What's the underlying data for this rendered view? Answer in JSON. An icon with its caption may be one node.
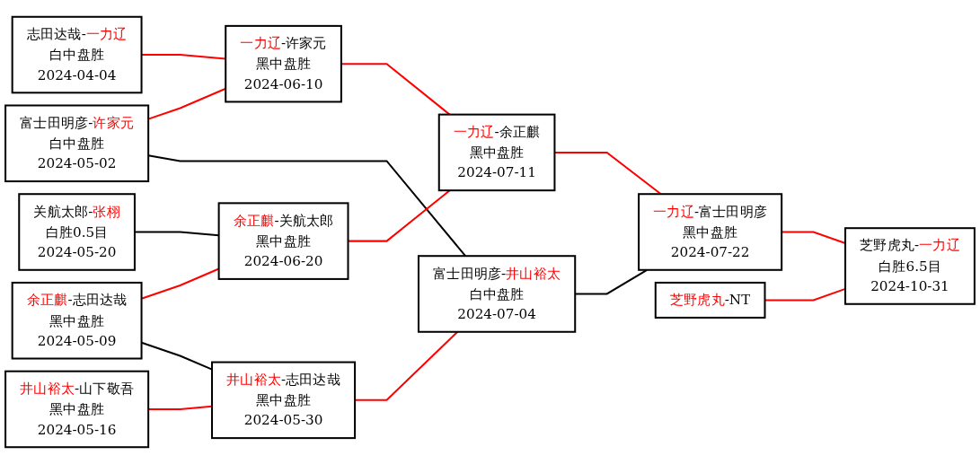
{
  "diagram": {
    "nodes": [
      {
        "text": [
          "志田达哉-一力辽",
          "白中盘胜",
          "2024-04-04"
        ]
      },
      {
        "text": [
          "富士田明彦-许家元",
          "白中盘胜",
          "2024-05-02"
        ]
      },
      {
        "text": [
          "余正麒-志田达哉",
          "黑中盘胜",
          "2024-05-09"
        ]
      },
      {
        "text": [
          "关航太郎-张栩",
          "白胜0.5目",
          "2024-05-20"
        ]
      },
      {
        "text": [
          "井山裕太-山下敬吾",
          "黑中盘胜",
          "2024-05-16"
        ]
      },
      {
        "text": [
          "一力辽-许家元",
          "黑中盘胜",
          "2024-06-10"
        ]
      },
      {
        "text": [
          "余正麒-关航太郎",
          "黑中盘胜",
          "2024-06-20"
        ]
      },
      {
        "text": [
          "井山裕太-志田达哉",
          "黑中盘胜",
          "2024-05-30"
        ]
      },
      {
        "text": [
          "一力辽-余正麒",
          "黑中盘胜",
          "2024-07-11"
        ]
      },
      {
        "text": [
          "富士田明彦-井山裕太",
          "白中盘胜",
          "2024-07-04"
        ]
      },
      {
        "text": [
          "一力辽-富士田明彦",
          "黑中盘胜",
          "2024-07-22"
        ]
      },
      {
        "text": [
          "芝野虎丸-NT"
        ]
      },
      {
        "text": [
          "芝野虎丸-一力辽",
          "白胜6.5目",
          "2024-10-31"
        ]
      }
    ],
    "edges": [
      {
        "from": 0,
        "to": 5,
        "arrow": "none"
      },
      {
        "from": 1,
        "to": 5,
        "arrow": "none"
      },
      {
        "from": 1,
        "to": 9,
        "arrow": "none",
        "color": "#000000"
      },
      {
        "from": 2,
        "to": 6,
        "arrow": "none"
      },
      {
        "from": 2,
        "to": 7,
        "arrow": "none",
        "color": "#000000"
      },
      {
        "from": 3,
        "to": 6,
        "arrow": "none",
        "color": "#000000"
      },
      {
        "from": 4,
        "to": 7,
        "arrow": "none"
      },
      {
        "from": 5,
        "to": 8,
        "arrow": "none"
      },
      {
        "from": 6,
        "to": 8,
        "arrow": "none"
      },
      {
        "from": 7,
        "to": 9,
        "arrow": "none"
      },
      {
        "from": 8,
        "to": 10,
        "arrow": "none"
      },
      {
        "from": 9,
        "to": 10,
        "arrow": "none",
        "color": "#000000"
      },
      {
        "from": 10,
        "to": 12,
        "arrow": "none"
      },
      {
        "from": 11,
        "to": 12,
        "arrow": "none"
      }
    ]
  }
}
